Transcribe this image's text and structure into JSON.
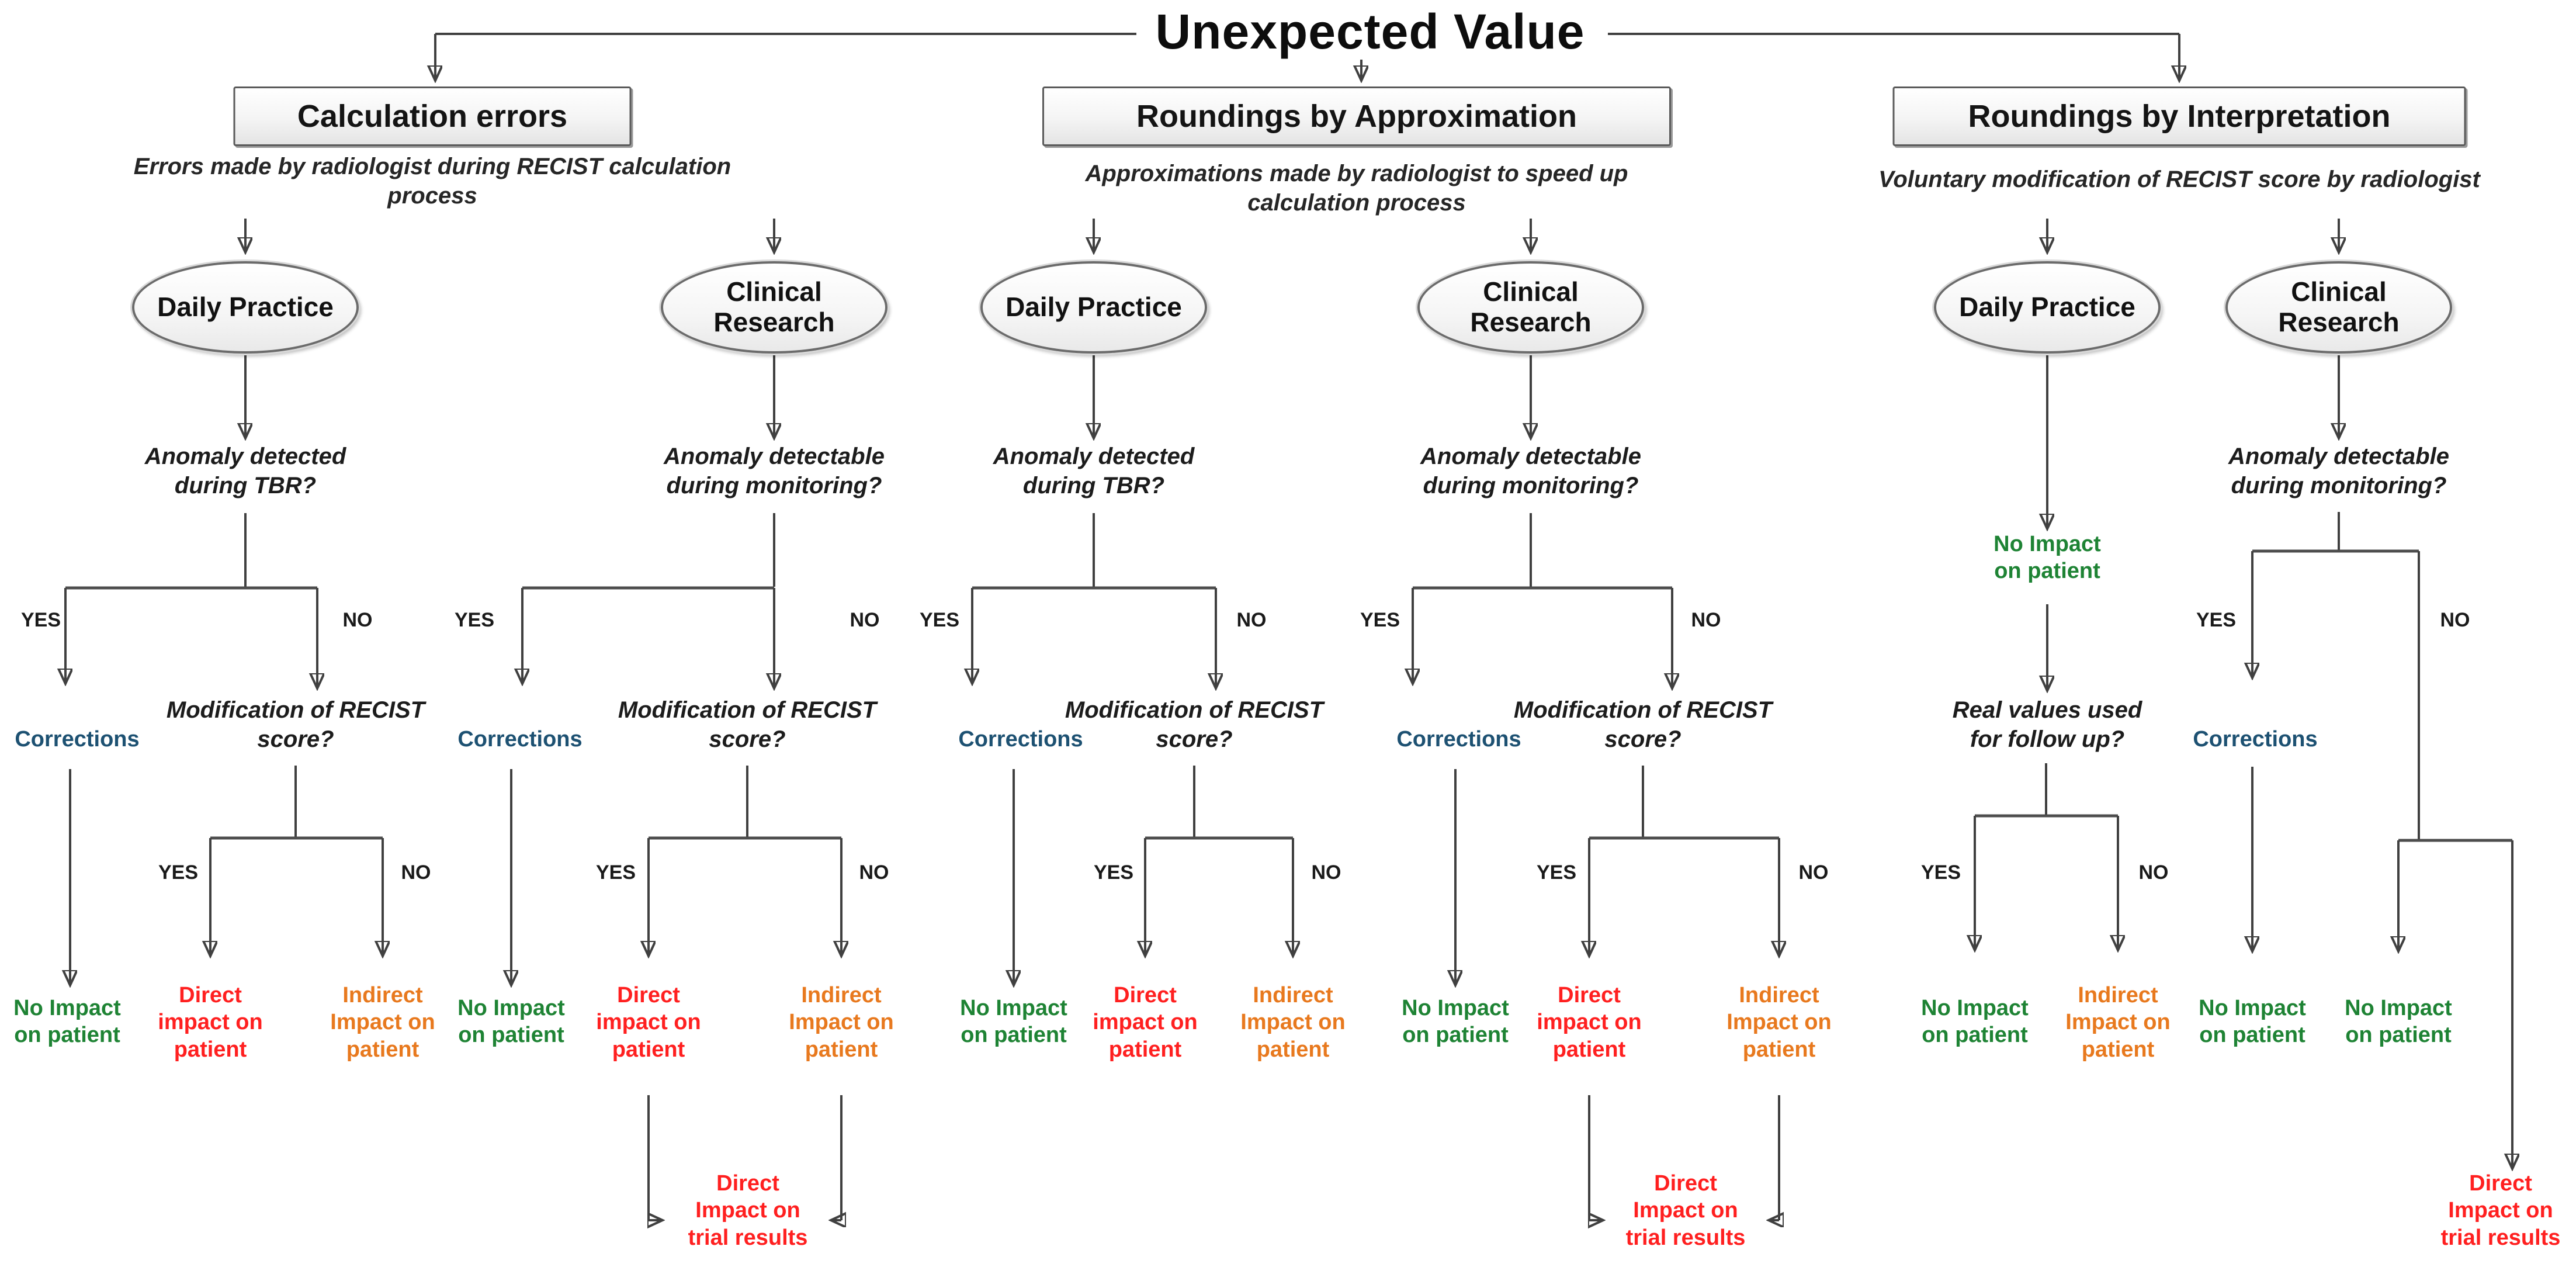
{
  "title": "Unexpected Value",
  "colors": {
    "outcome_green": "#1e8334",
    "outcome_red": "#ff2020",
    "outcome_orange": "#e8791e",
    "corrections_blue": "#1d5172",
    "connector_gray": "#404040"
  },
  "labels": {
    "yes": "YES",
    "no": "NO",
    "corrections": "Corrections",
    "daily_practice": "Daily Practice",
    "clinical_research": "Clinical\nResearch",
    "q_tbr": "Anomaly detected\nduring TBR?",
    "q_monitoring": "Anomaly detectable\nduring monitoring?",
    "q_modification": "Modification of RECIST\nscore?",
    "q_real_values": "Real values used\nfor follow up?",
    "no_impact": "No Impact\non patient",
    "direct_impact": "Direct\nimpact on\npatient",
    "indirect_impact": "Indirect\nImpact on\npatient",
    "trial_impact": "Direct\nImpact on\ntrial results"
  },
  "branches": [
    {
      "title": "Calculation errors",
      "subtitle": "Errors made by radiologist during RECIST calculation\nprocess"
    },
    {
      "title": "Roundings by Approximation",
      "subtitle": "Approximations made by radiologist to speed up\ncalculation process"
    },
    {
      "title": "Roundings by Interpretation",
      "subtitle": "Voluntary modification of RECIST score by radiologist"
    }
  ]
}
